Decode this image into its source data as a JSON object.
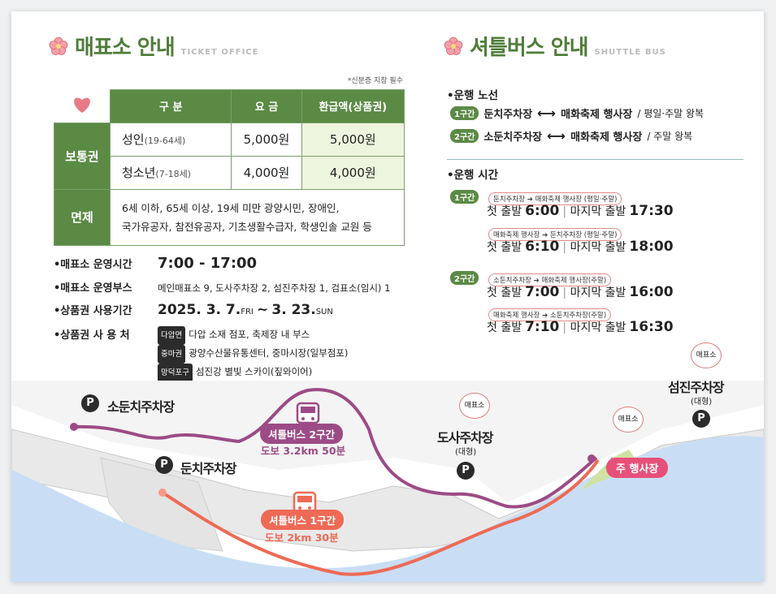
{
  "ticket_office": {
    "title": "매표소 안내",
    "subtitle": "TICKET OFFICE",
    "note": "*신분증 지참 필수",
    "table": {
      "headers": [
        "구 분",
        "요 금",
        "환급액(상품권)"
      ],
      "group_general": "보통권",
      "rows": [
        {
          "name": "성인",
          "age": "(19-64세)",
          "fee": "5,000원",
          "refund": "5,000원"
        },
        {
          "name": "청소년",
          "age": "(7-18세)",
          "fee": "4,000원",
          "refund": "4,000원"
        }
      ],
      "group_exempt": "면제",
      "exempt_line1": "6세 이하, 65세 이상, 19세 미만 광양시민, 장애인,",
      "exempt_line2": "국가유공자, 참전유공자, 기초생활수급자, 학생인솔 교원 등"
    },
    "hours_label": "•매표소 운영시간",
    "hours_value": "7:00 - 17:00",
    "booths_label": "•매표소 운영부스",
    "booths_value": "메인매표소 9, 도사주차장 2, 섬진주차장 1, 검표소(임시) 1",
    "voucher_period_label": "•상품권 사용기간",
    "voucher_period_start": "2025. 3. 7.",
    "voucher_period_start_day": "FRI",
    "voucher_period_sep": "~",
    "voucher_period_end": "3. 23.",
    "voucher_period_end_day": "SUN",
    "voucher_use_label": "•상품권 사 용 처",
    "voucher_uses": [
      {
        "tag": "다압면",
        "text": "다압 소재 점포, 축제장 내 부스"
      },
      {
        "tag": "중마권",
        "text": "광양수산물유통센터, 중마시장(일부점포)"
      },
      {
        "tag": "망덕포구",
        "text": "섬진강 별빛 스카이(짚와이어)"
      }
    ]
  },
  "shuttle": {
    "title": "셔틀버스 안내",
    "subtitle": "SHUTTLE BUS",
    "route_heading": "•운행 노선",
    "routes": [
      {
        "badge": "1구간",
        "from": "둔치주차장",
        "arrow": "⟷",
        "to": "매화축제 행사장",
        "days": "/ 평일·주말 왕복"
      },
      {
        "badge": "2구간",
        "from": "소둔치주차장",
        "arrow": "⟷",
        "to": "매화축제 행사장",
        "days": "/ 주말 왕복"
      }
    ],
    "time_heading": "•운행 시간",
    "schedule": [
      {
        "badge": "1구간",
        "pill": "둔치주차장 ➔ 매화축제 행사장 (평일·주말)",
        "first_label": "첫 출발",
        "first": "6:00",
        "last_label": "마지막 출발",
        "last": "17:30"
      },
      {
        "badge": "",
        "pill": "매화축제 행사장 ➔ 둔치주차장 (평일·주말)",
        "first_label": "첫 출발",
        "first": "6:10",
        "last_label": "마지막 출발",
        "last": "18:00"
      },
      {
        "badge": "2구간",
        "pill": "소둔치주차장 ➔ 매화축제 행사장(주말)",
        "first_label": "첫 출발",
        "first": "7:00",
        "last_label": "마지막 출발",
        "last": "16:00"
      },
      {
        "badge": "",
        "pill": "매화축제 행사장 ➔ 소둔치주차장(주말)",
        "first_label": "첫 출발",
        "first": "7:10",
        "last_label": "마지막 출발",
        "last": "16:30"
      }
    ]
  },
  "map": {
    "p_symbol": "P",
    "sodunchi": "소둔치주차장",
    "dunchi": "둔치주차장",
    "dosa": "도사주차장",
    "dosa_sub": "(대형)",
    "seomjin": "섬진주차장",
    "seomjin_sub": "(대형)",
    "ticket_bubble": "매표소",
    "main_venue": "주 행사장",
    "route2_label": "셔틀버스 2구간",
    "route2_walk": "도보 3.2km 50분",
    "route1_label": "셔틀버스 1구간",
    "route1_walk": "도보 2km 30분",
    "colors": {
      "route1": "#ee6a55",
      "route2": "#9c4b86",
      "river": "#c9def4",
      "land": "#ececec",
      "accent": "#5b8a45"
    }
  }
}
